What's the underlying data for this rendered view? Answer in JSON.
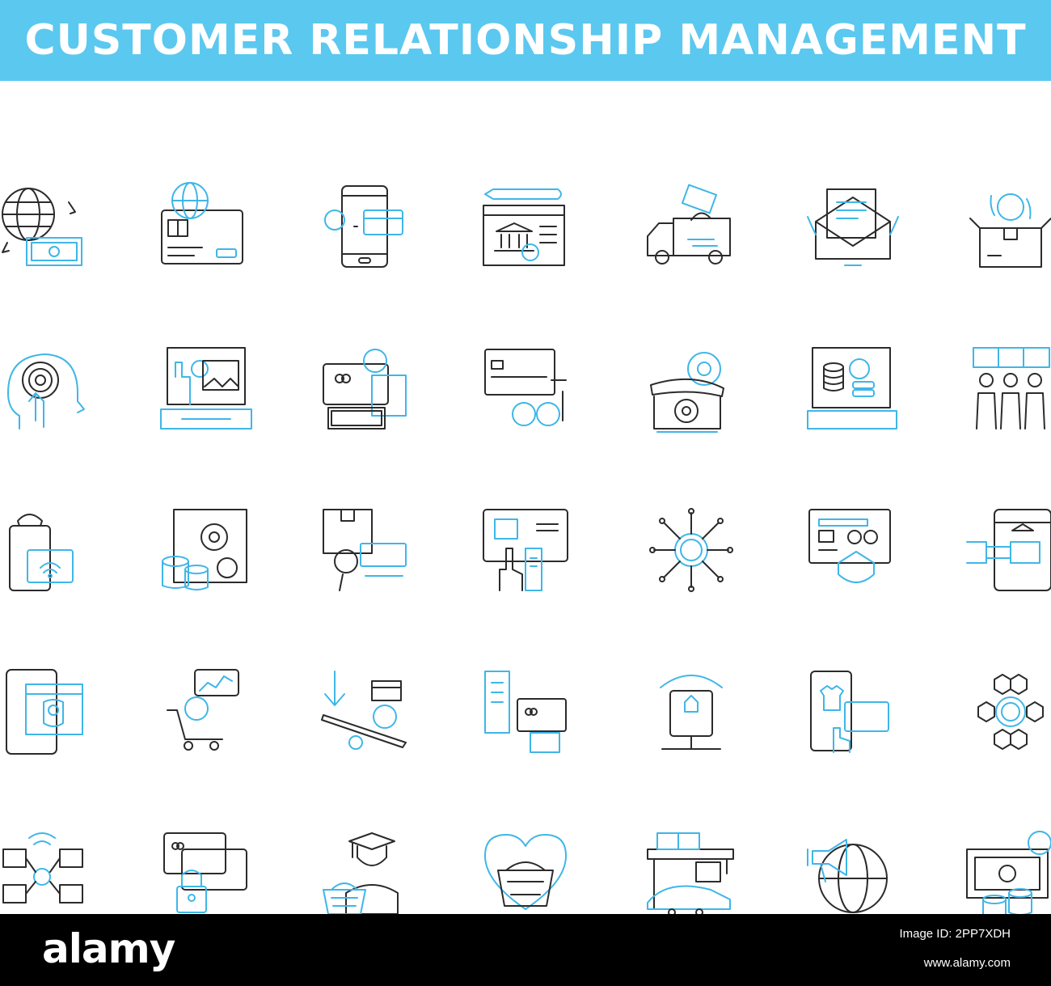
{
  "header": {
    "title": "CUSTOMER RELATIONSHIP MANAGEMENT"
  },
  "colors": {
    "accent": "#5bc8ef",
    "line_dark": "#2b2b2b",
    "line_blue": "#3fb6e8",
    "footer_bg": "#000000"
  },
  "icons": [
    "globe-money-icon",
    "card-globe-icon",
    "mobile-payment-icon",
    "online-bank-icon",
    "delivery-truck-icon",
    "mail-letter-icon",
    "box-24h-icon",
    "touch-head-icon",
    "laptop-payment-icon",
    "cards-cash-icon",
    "card-currency-icon",
    "phone-gear-icon",
    "laptop-database-icon",
    "team-ranking-icon",
    "mobile-wifi-icon",
    "coins-gear-icon",
    "box-search-icon",
    "tablet-hand-icon",
    "dollar-network-icon",
    "card-globe-shield-icon",
    "mobile-bank-hand-icon",
    "mobile-secure-icon",
    "cart-ad-chart-icon",
    "seesaw-dollar-icon",
    "receipt-card-icon",
    "signpost-icon",
    "mobile-shop-card-icon",
    "hexagon-dollar-icon",
    "video-network-icon",
    "card-lock-icon",
    "graduate-basket-icon",
    "heart-basket-icon",
    "warehouse-train-icon",
    "globe-megaphone-icon",
    "money-coins-icon"
  ],
  "footer": {
    "logo": "alamy",
    "image_id": "Image ID: 2PP7XDH",
    "url": "www.alamy.com"
  }
}
